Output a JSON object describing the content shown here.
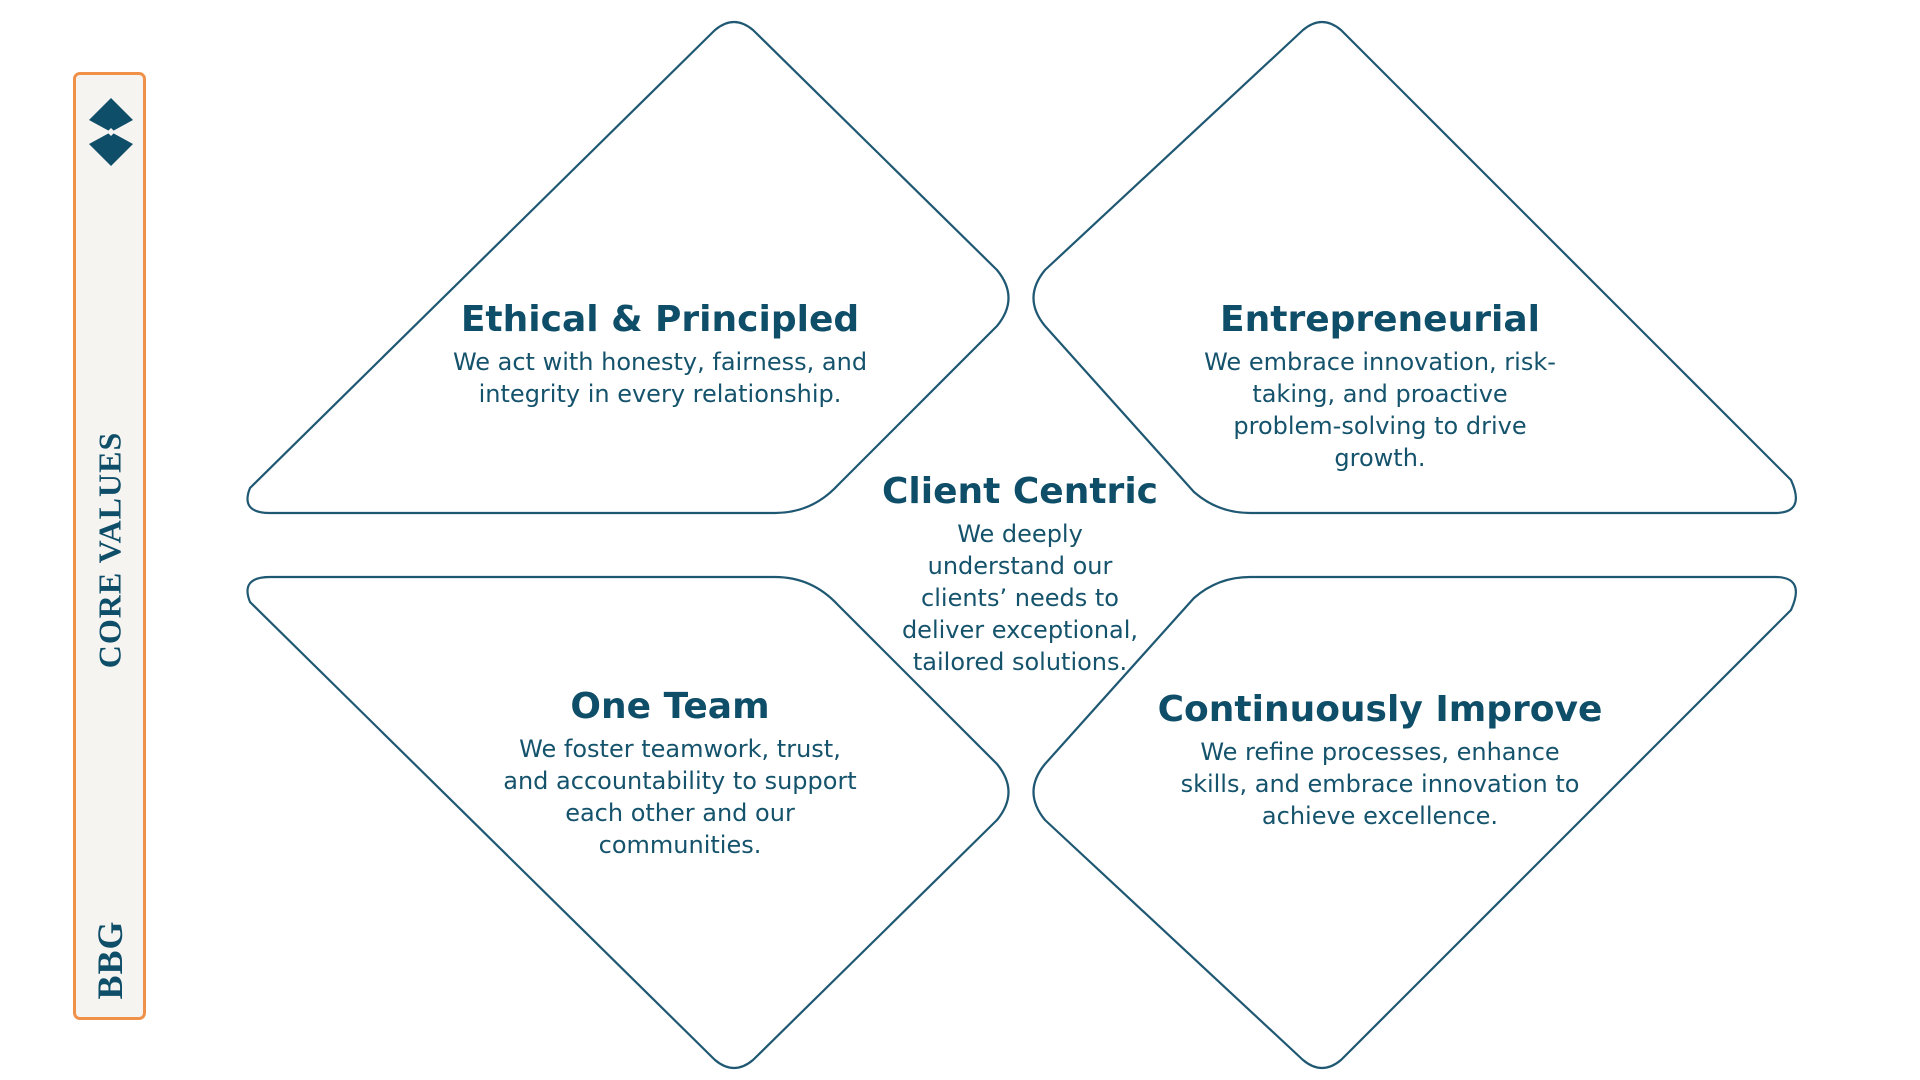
{
  "sidebar": {
    "logo_icon": "bbg-diamond-logo-icon",
    "section_label": "CORE VALUES",
    "brand": "BBG",
    "accent_color": "#f0914a",
    "background_color": "#f6f4f1",
    "text_color": "#0f4e68"
  },
  "values": {
    "ethical": {
      "title": "Ethical & Principled",
      "desc": "We act with honesty, fairness, and integrity in every relationship."
    },
    "entrepreneurial": {
      "title": "Entrepreneurial",
      "desc": "We embrace innovation, risk-taking, and proactive problem-solving to drive growth."
    },
    "client": {
      "title": "Client Centric",
      "desc": "We deeply understand our clients’ needs to deliver exceptional, tailored solutions."
    },
    "team": {
      "title": "One Team",
      "desc": "We foster teamwork, trust, and accountability to support each other and our communities."
    },
    "improve": {
      "title": "Continuously Improve",
      "desc": "We refine processes, enhance skills, and embrace innovation to achieve excellence."
    }
  },
  "colors": {
    "outline": "#1f5872",
    "heading": "#0f4e68"
  }
}
